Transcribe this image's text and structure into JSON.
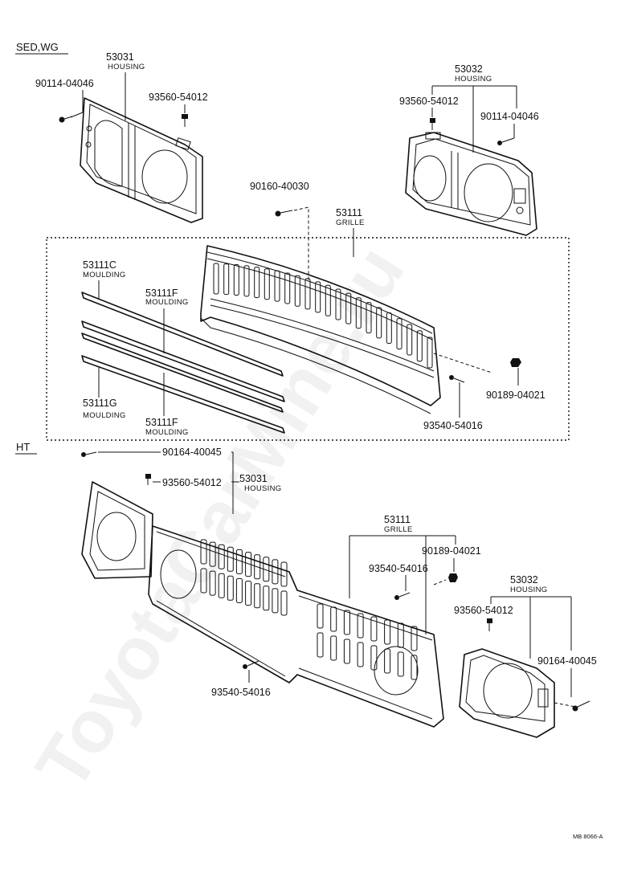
{
  "watermark": "ToyotaCarMine.ru",
  "sections": {
    "top": "SED,WG",
    "bottom": "HT"
  },
  "drawing_ref": "MB 8066-A",
  "labels": {
    "t_53031": "53031",
    "t_53031_cap": "HOUSING",
    "t_90114_l": "90114-04046",
    "t_93560_l": "93560-54012",
    "t_53032": "53032",
    "t_53032_cap": "HOUSING",
    "t_93560_r": "93560-54012",
    "t_90114_r": "90114-04046",
    "t_90160": "90160-40030",
    "t_53111": "53111",
    "t_53111_cap": "GRILLE",
    "t_53111c": "53111C",
    "t_53111c_cap": "MOULDING",
    "t_53111f1": "53111F",
    "t_53111f1_cap": "MOULDING",
    "t_53111g": "53111G",
    "t_53111g_cap": "MOULDING",
    "t_53111f2": "53111F",
    "t_53111f2_cap": "MOULDING",
    "t_90189_t": "90189-04021",
    "t_93540_t": "93540-54016",
    "b_90164_l": "90164-40045",
    "b_93560_l": "93560-54012",
    "b_53031": "53031",
    "b_53031_cap": "HOUSING",
    "b_53111": "53111",
    "b_53111_cap": "GRILLE",
    "b_90189": "90189-04021",
    "b_93540_r": "93540-54016",
    "b_53032": "53032",
    "b_53032_cap": "HOUSING",
    "b_93560_r": "93560-54012",
    "b_90164_r": "90164-40045",
    "b_93540_l": "93540-54016"
  }
}
